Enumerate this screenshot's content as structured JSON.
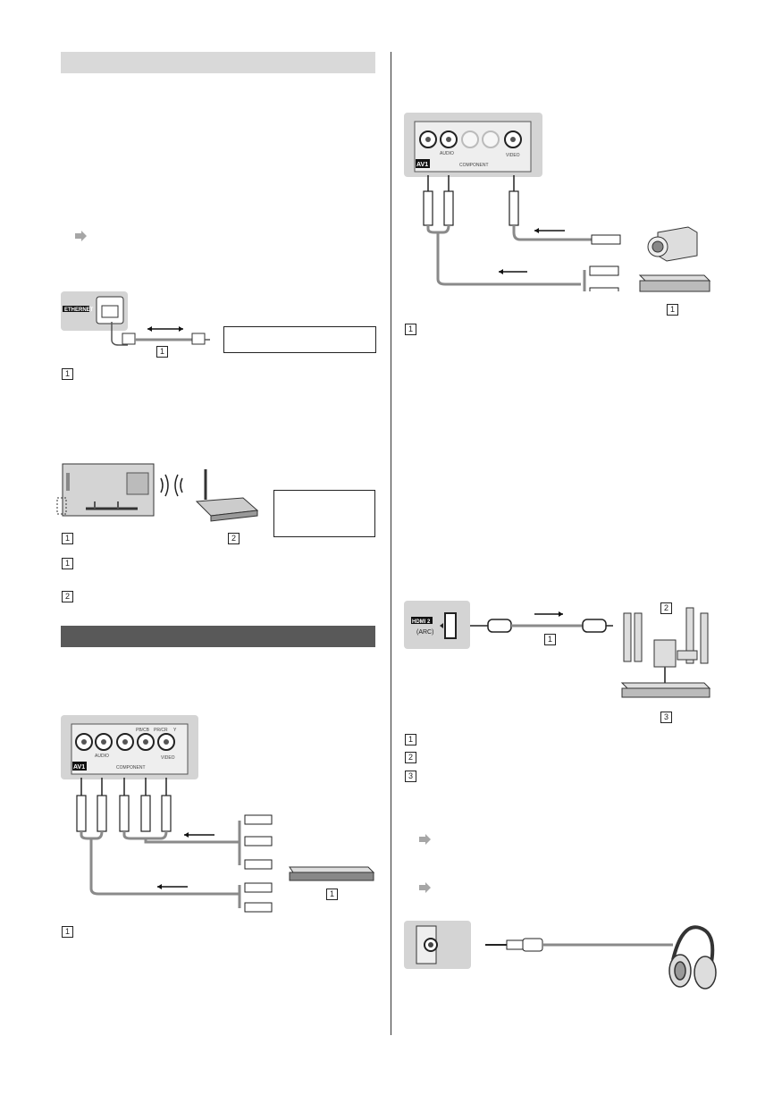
{
  "labels": {
    "n1": "1",
    "n2": "2",
    "n3": "3"
  },
  "panel_text": {
    "ethernet": "ETHERNET",
    "av1": "AV1",
    "audio": "AUDIO",
    "component": "COMPONENT",
    "video": "VIDEO",
    "pb": "PB/CB",
    "pr": "PR/CR",
    "y": "Y",
    "hdmi2": "HDMI 2",
    "arc": "(ARC)"
  },
  "colors": {
    "section_light": "#d9d9d9",
    "section_dark": "#595959",
    "panel": "#d4d4d4",
    "cable": "#8a8a8a",
    "arrow_bullet": "#a6a6a6"
  },
  "icons": [
    "arrow-bullet-icon",
    "router-icon",
    "camcorder-icon",
    "headphones-icon",
    "speaker-icon",
    "tv-rear-icon",
    "wifi-waves-icon"
  ]
}
